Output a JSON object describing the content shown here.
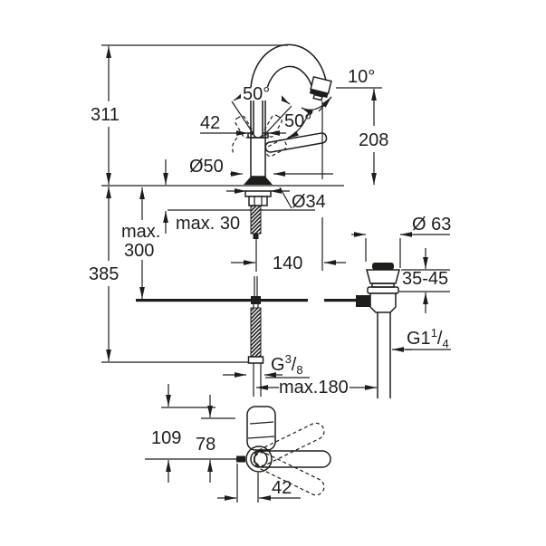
{
  "colors": {
    "line": "#1d1d1b",
    "background": "#ffffff"
  },
  "front_view": {
    "overall_height": "311",
    "height_below_counter": "385",
    "max_depth_word": "max.",
    "max_depth_value": "300",
    "counter_thickness": "max. 30",
    "hole_diameter": "Ø34",
    "escutcheon_diameter": "Ø50",
    "body_width": "42",
    "lever_angle_top": "50°",
    "lever_angle_side": "50°",
    "outlet_angle": "10°",
    "outlet_height": "208",
    "spout_reach": "140",
    "hose_length_note": "max.180",
    "supply_thread": {
      "base": "G",
      "sup": "3",
      "slash": "/",
      "sub": "8"
    }
  },
  "waste_view": {
    "flange_diameter": "Ø 63",
    "mounting_range": "35-45",
    "waste_thread": {
      "base": "G1",
      "sup": "1",
      "slash": "/",
      "sub": "4"
    }
  },
  "top_view": {
    "total_depth": "109",
    "spout_depth": "78",
    "handle_offset": "42"
  }
}
